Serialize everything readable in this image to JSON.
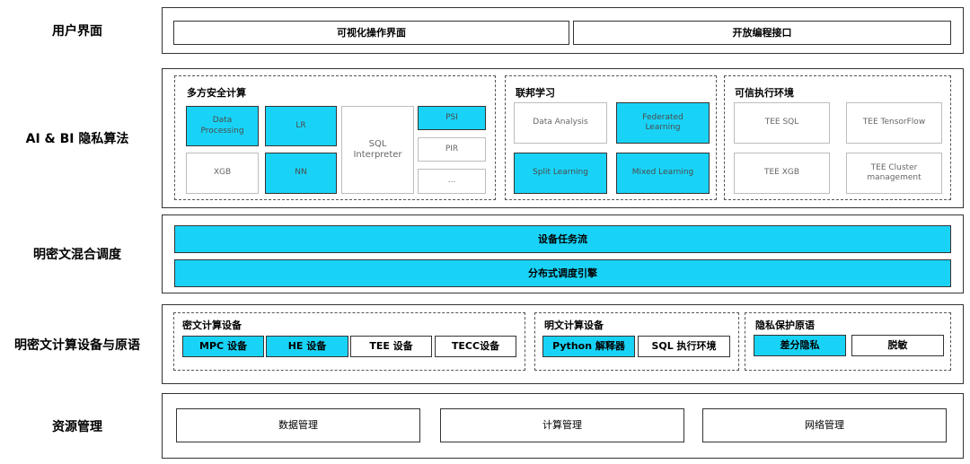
{
  "layers": {
    "ui": {
      "label": "用户界面",
      "boxes": [
        "可视化操作界面",
        "开放编程接口"
      ]
    },
    "algo": {
      "label": "AI & BI 隐私算法",
      "mpc": {
        "title": "多方安全计算",
        "boxes": [
          "Data\nProcessing",
          "LR",
          "SQL\nInterpreter",
          "PSI",
          "XGB",
          "NN",
          "PIR",
          "..."
        ]
      },
      "fl": {
        "title": "联邦学习",
        "boxes": [
          "Data Analysis",
          "Federated\nLearning",
          "Split Learning",
          "Mixed Learning"
        ]
      },
      "tee": {
        "title": "可信执行环境",
        "boxes": [
          "TEE SQL",
          "TEE TensorFlow",
          "TEE XGB",
          "TEE Cluster\nmanagement"
        ]
      }
    },
    "sched": {
      "label": "明密文混合调度",
      "bars": [
        "设备任务流",
        "分布式调度引擎"
      ]
    },
    "device": {
      "label": "明密文计算设备与原语",
      "cipher": {
        "title": "密文计算设备",
        "boxes": [
          "MPC 设备",
          "HE 设备",
          "TEE 设备",
          "TECC设备"
        ]
      },
      "plain": {
        "title": "明文计算设备",
        "boxes": [
          "Python 解释器",
          "SQL 执行环境"
        ]
      },
      "privacy": {
        "title": "隐私保护原语",
        "boxes": [
          "差分隐私",
          "脱敏"
        ]
      }
    },
    "resource": {
      "label": "资源管理",
      "boxes": [
        "数据管理",
        "计算管理",
        "网络管理"
      ]
    }
  },
  "colors": {
    "accent": "#19d3f7",
    "border": "#333333",
    "muted_border": "#bdbdbd"
  }
}
